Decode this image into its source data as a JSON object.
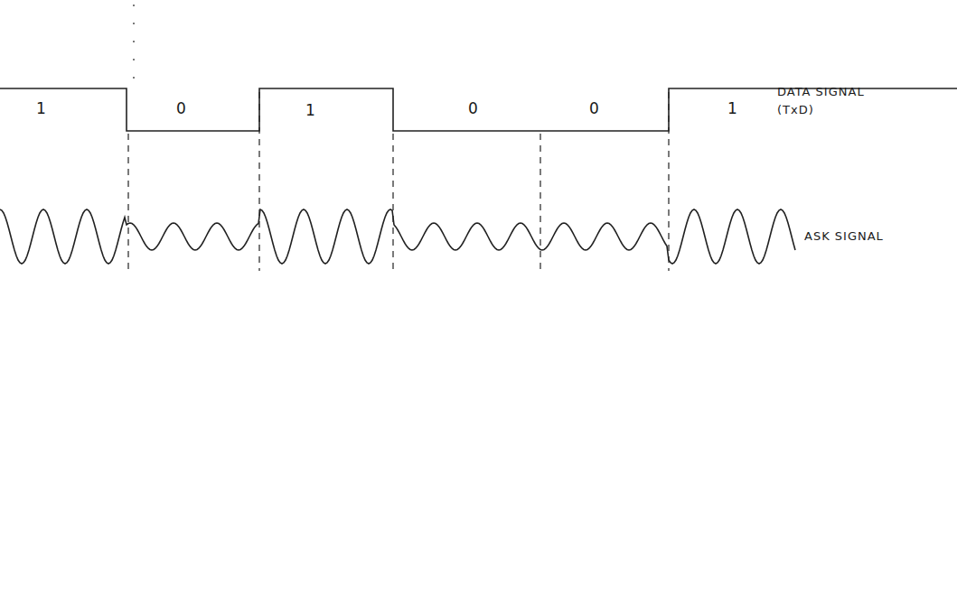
{
  "diagram": {
    "labels": [
      "1",
      "0",
      "1",
      "0",
      "0",
      "1",
      "DATA SIGNAL (TxD)",
      "ASK SIGNAL"
    ]
  }
}
